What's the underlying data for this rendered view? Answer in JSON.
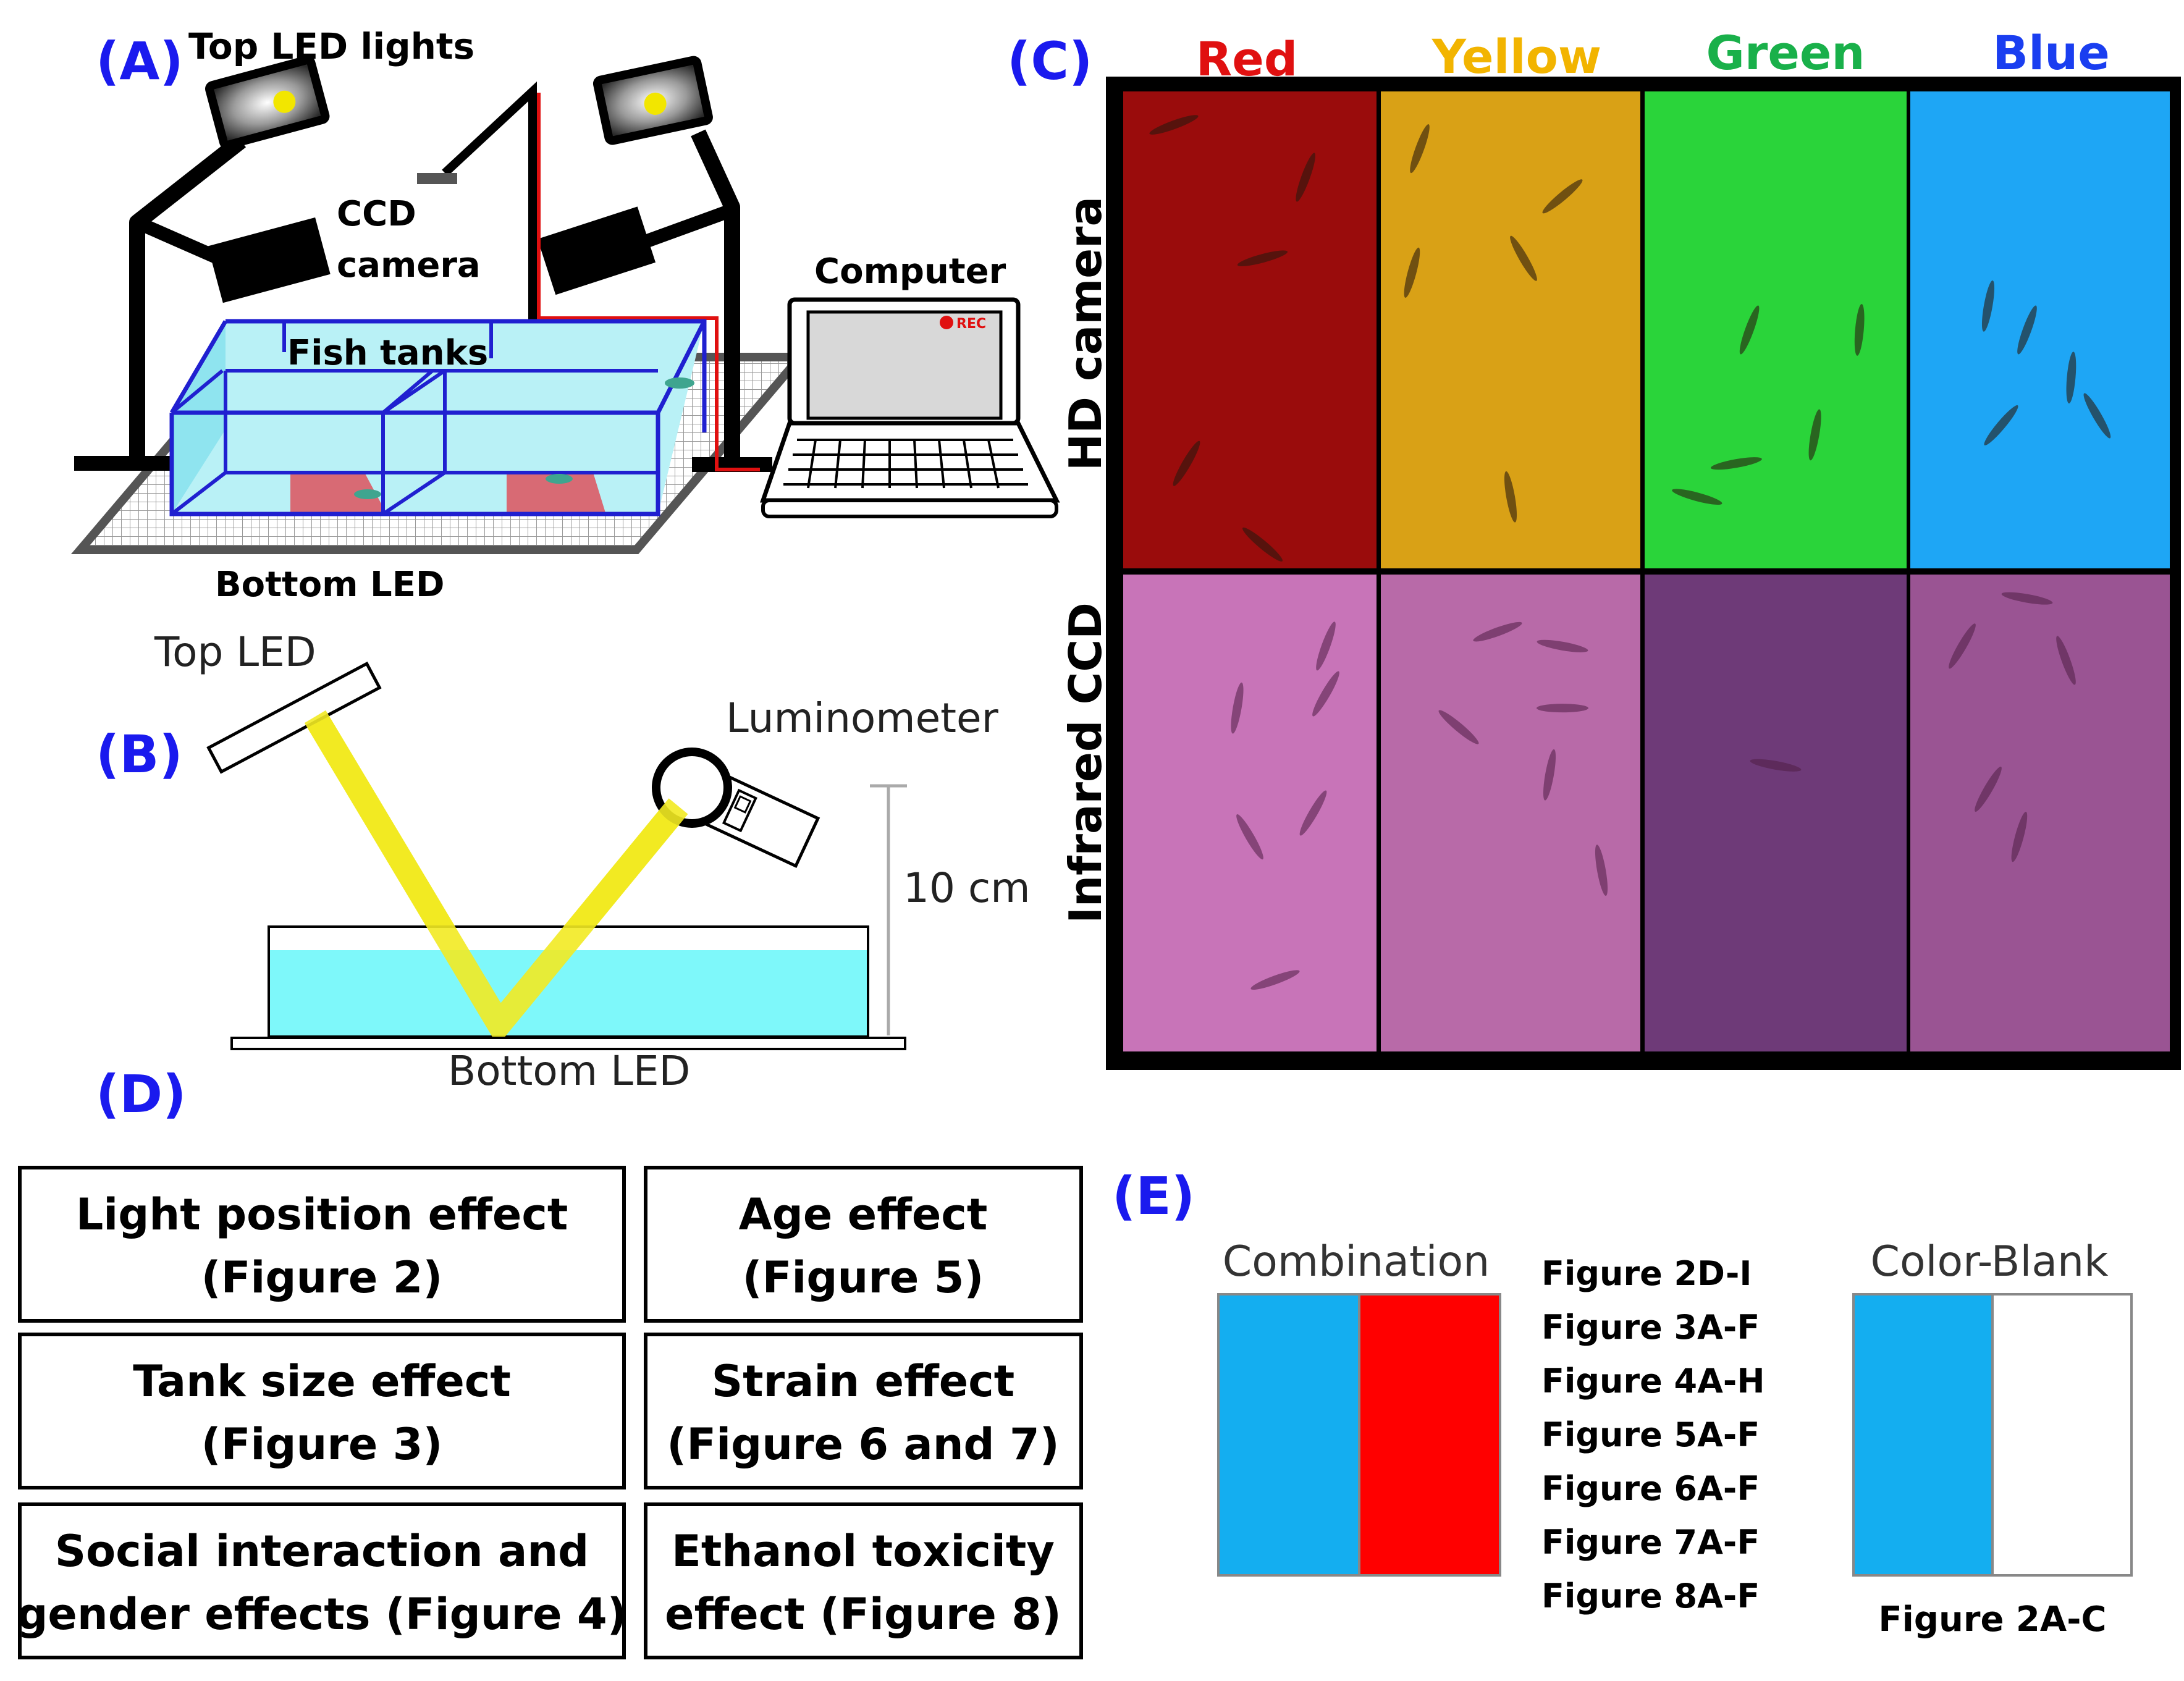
{
  "panelA": {
    "label": "(A)",
    "top_led_lights": "Top LED lights",
    "ccd_line1": "CCD",
    "ccd_line2": "camera",
    "fish_tanks": "Fish tanks",
    "computer": "Computer",
    "rec": "REC",
    "bottom_led": "Bottom LED"
  },
  "panelB": {
    "label": "(B)",
    "top_led": "Top LED",
    "luminometer": "Luminometer",
    "distance": "10 cm",
    "bottom_led": "Bottom LED"
  },
  "panelC": {
    "label": "(C)",
    "columns": [
      "Red",
      "Yellow",
      "Green",
      "Blue"
    ],
    "column_colors": [
      "#e01010",
      "#f2b400",
      "#19b04a",
      "#1a3ef0"
    ],
    "rows": [
      "HD camera",
      "Infrared CCD"
    ],
    "hd_colors": [
      "#9a0c0c",
      "#d9a116",
      "#2ad43a",
      "#1ea6f5"
    ],
    "ir_colors": [
      "#c874b8",
      "#b86aa8",
      "#6e3a78",
      "#9a5493"
    ]
  },
  "panelD": {
    "label": "(D)",
    "boxes": [
      {
        "line1": "Light position effect",
        "line2": "(Figure 2)"
      },
      {
        "line1": "Age effect",
        "line2": "(Figure 5)"
      },
      {
        "line1": "Tank size effect",
        "line2": "(Figure 3)"
      },
      {
        "line1": "Strain effect",
        "line2": "(Figure 6 and 7)"
      },
      {
        "line1": "Social interaction and",
        "line2": "gender effects  (Figure 4)"
      },
      {
        "line1": "Ethanol toxicity",
        "line2": "effect  (Figure 8)"
      }
    ]
  },
  "panelE": {
    "label": "(E)",
    "combination": "Combination",
    "color_blank": "Color-Blank",
    "figure_list": [
      "Figure 2D-I",
      "Figure 3A-F",
      "Figure 4A-H",
      "Figure 5A-F",
      "Figure 6A-F",
      "Figure 7A-F",
      "Figure 8A-F"
    ],
    "blank_figure": "Figure 2A-C",
    "cyan": "#14aef0",
    "red": "#ff0000"
  },
  "label_color": "#1a1aee"
}
